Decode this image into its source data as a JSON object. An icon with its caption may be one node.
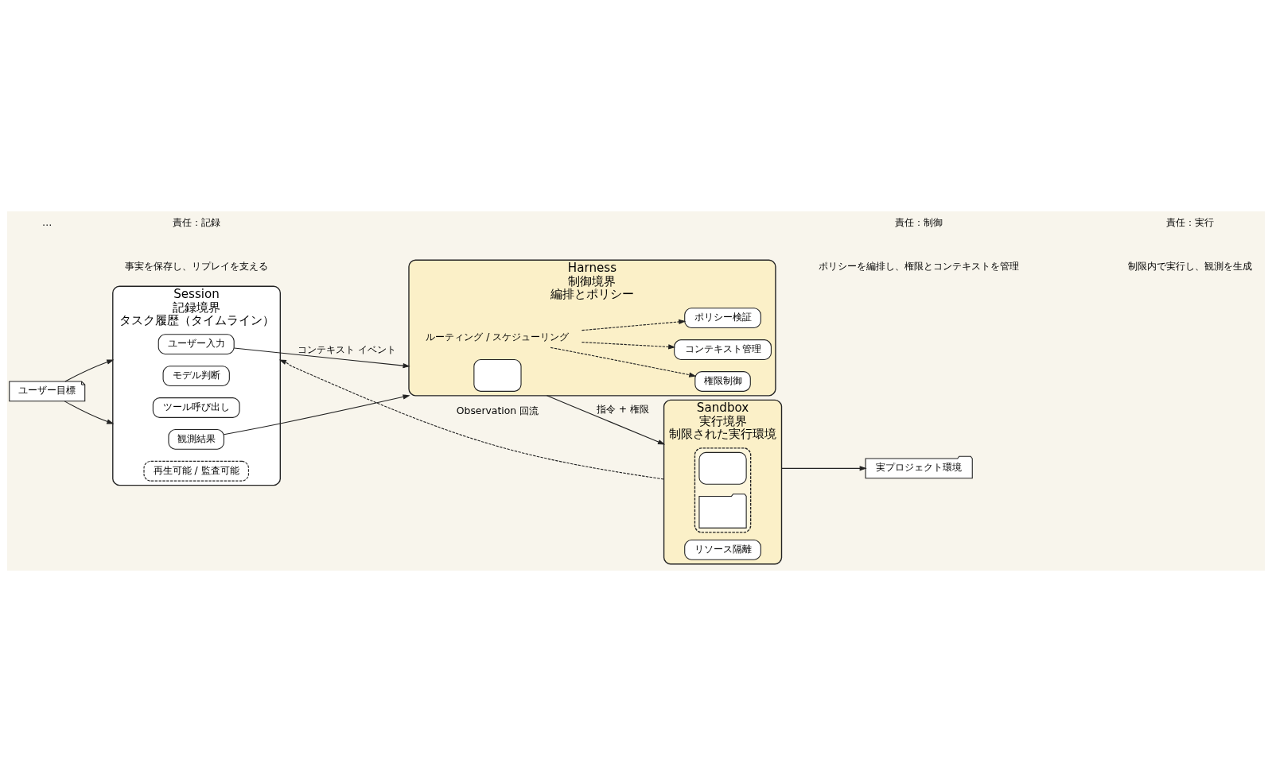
{
  "diagram": {
    "nodes": [
      {
        "text": [
          "ユーザー目標"
        ]
      },
      {
        "text": [
          "Session",
          "記録境界",
          "タスク履歴（タイムライン）"
        ]
      },
      {
        "text": [
          "ユーザー入力"
        ],
        "in": 1
      },
      {
        "text": [
          "モデル判断"
        ],
        "in": 1
      },
      {
        "text": [
          "ツール呼び出し"
        ],
        "in": 1
      },
      {
        "text": [
          "観測結果"
        ],
        "in": 1
      },
      {
        "text": [
          "再生可能 / 監査可能"
        ],
        "in": 1
      },
      {
        "text": [
          "Harness",
          "制御境界",
          "編排とポリシー"
        ]
      },
      {
        "text": [],
        "shape": "box",
        "in": 7
      },
      {
        "text": [
          "ルーティング / スケジューリング"
        ],
        "in": 7
      },
      {
        "text": [
          "権限制御"
        ],
        "in": 7
      },
      {
        "text": [
          "コンテキスト管理"
        ],
        "in": 7
      },
      {
        "text": [
          "ポリシー検証"
        ],
        "in": 7
      },
      {
        "text": [
          "Sandbox",
          "実行境界",
          "制限された実行環境"
        ]
      },
      {
        "text": [],
        "shape": "box",
        "in": 13
      },
      {
        "text": [],
        "shape": "box",
        "in": 14
      },
      {
        "text": [],
        "shape": "folder",
        "in": 14
      },
      {
        "text": [
          "リソース隔離"
        ],
        "in": 13
      },
      {
        "text": [
          "実プロジェクト環境"
        ]
      }
    ],
    "edges": [
      {
        "from": 0,
        "to": 1,
        "arrow": "to"
      },
      {
        "from": 0,
        "to": 1,
        "arrow": "to"
      },
      {
        "from": 2,
        "to": 7,
        "arrow": "to",
        "label": "コンテキスト イベント"
      },
      {
        "from": 5,
        "to": 7,
        "arrow": "to"
      },
      {
        "from": 9,
        "to": 10,
        "arrow": "to",
        "style": "dashed"
      },
      {
        "from": 9,
        "to": 11,
        "arrow": "to",
        "style": "dashed"
      },
      {
        "from": 9,
        "to": 12,
        "arrow": "to",
        "style": "dashed"
      },
      {
        "from": 7,
        "to": 13,
        "arrow": "to",
        "label": "指令 + 権限"
      },
      {
        "from": 13,
        "to": 18,
        "arrow": "to"
      },
      {
        "from": 13,
        "to": 1,
        "arrow": "to",
        "style": "dashed",
        "label": "Observation 回流"
      }
    ],
    "labels": [
      "…",
      "責任：記録",
      "事実を保存し、リプレイを支える",
      "責任：制御",
      "ポリシーを編排し、権限とコンテキストを管理",
      "責任：実行",
      "制限内で実行し、観測を生成"
    ]
  }
}
